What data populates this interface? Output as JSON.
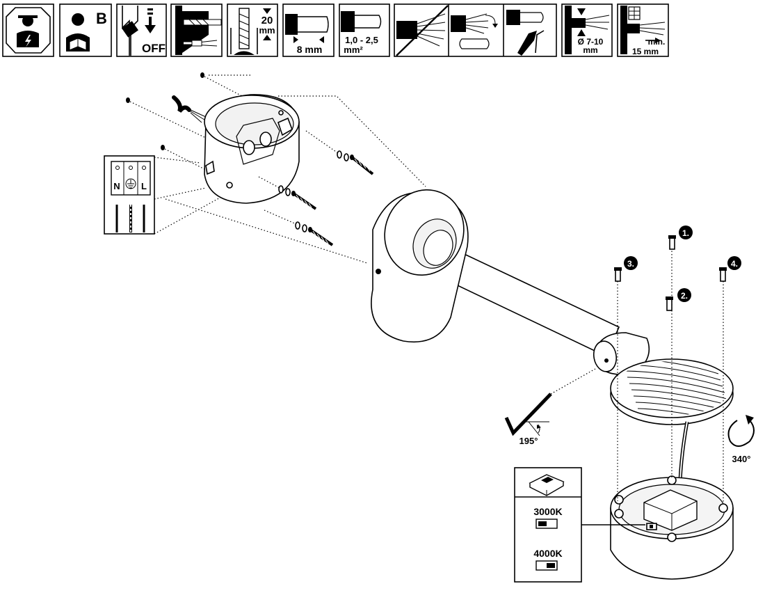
{
  "icons": {
    "b_label": "B",
    "off_label": "OFF",
    "depth_value": "20",
    "depth_unit": "mm",
    "strip_length": "8 mm",
    "cross_section_value": "1,0 - 2,5",
    "cross_section_unit": "mm²",
    "cable_diameter_value": "Ø 7-10",
    "cable_diameter_unit": "mm",
    "min_strip_value": "min.",
    "min_strip_unit": "15 mm"
  },
  "terminal": {
    "neutral": "N",
    "live": "L"
  },
  "angles": {
    "tilt": "195°",
    "rotation": "340°"
  },
  "steps": [
    "1.",
    "2.",
    "3.",
    "4."
  ],
  "switch": {
    "warm": "3000K",
    "cool": "4000K"
  }
}
